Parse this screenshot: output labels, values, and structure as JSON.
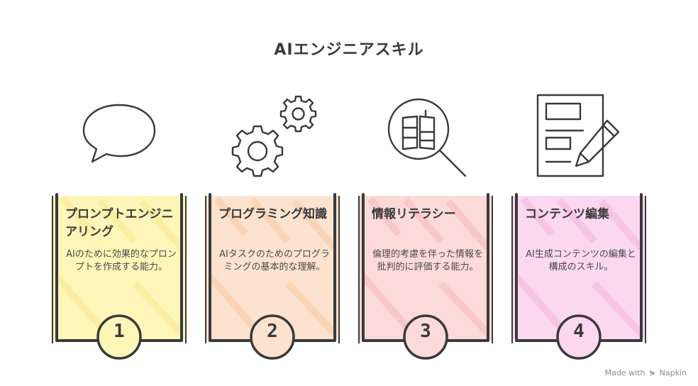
{
  "title": "AIエンジニアスキル",
  "cards": [
    {
      "title": "プロンプトエンジニアリング",
      "desc": "AIのために効果的なプロンプトを作成する能力。",
      "number": "1",
      "color": "#fdf6b8",
      "hatch": "#fbeea0",
      "icon": "speech-bubble-icon"
    },
    {
      "title": "プログラミング知識",
      "desc": "AIタスクのためのプログラミングの基本的な理解。",
      "number": "2",
      "color": "#fde3cf",
      "hatch": "#fbd3b4",
      "icon": "gears-icon"
    },
    {
      "title": "情報リテラシー",
      "desc": "倫理的考慮を伴った情報を批判的に評価する能力。",
      "number": "3",
      "color": "#fcdada",
      "hatch": "#f8c6c6",
      "icon": "magnifier-book-icon"
    },
    {
      "title": "コンテンツ編集",
      "desc": "AI生成コンテンツの編集と構成のスキル。",
      "number": "4",
      "color": "#fbd7f0",
      "hatch": "#f7c3e6",
      "icon": "document-pencil-icon"
    }
  ],
  "brand": {
    "prefix": "Made with",
    "name": "Napkin"
  }
}
